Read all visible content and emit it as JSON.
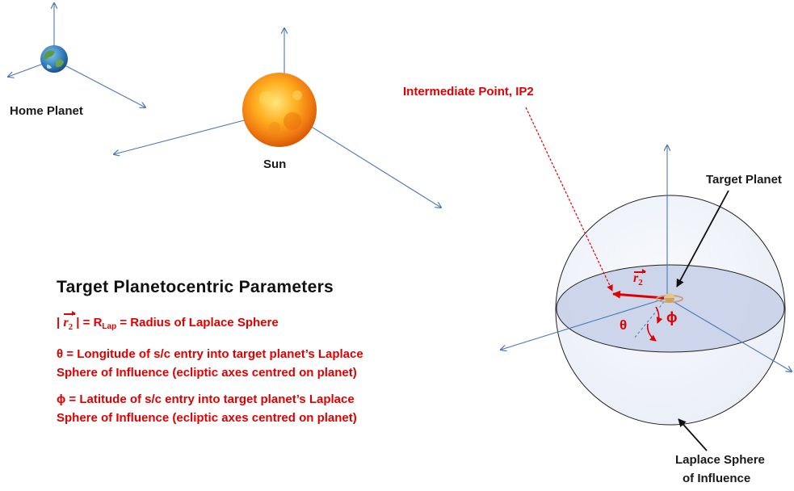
{
  "labels": {
    "home_planet": "Home Planet",
    "sun": "Sun",
    "intermediate_point": "Intermediate Point, IP2",
    "target_planet": "Target Planet",
    "laplace_sphere_line1": "Laplace Sphere",
    "laplace_sphere_line2": "of Influence",
    "r2_symbol": "r",
    "r2_subscript": "2",
    "theta_symbol": "θ",
    "phi_symbol": "ϕ"
  },
  "parameters": {
    "title": "Target Planetocentric Parameters",
    "r2_prefix": "| ",
    "r2_suffix": " | = R",
    "r_subscript": "Lap",
    "r2_rest": " = Radius of Laplace Sphere",
    "theta_line1": "θ = Longitude of s/c entry into target planet’s Laplace",
    "theta_line2": "Sphere of Influence (ecliptic axes centred on planet)",
    "phi_line1": "ϕ = Latitude of s/c entry into target planet’s Laplace",
    "phi_line2": "Sphere of Influence (ecliptic axes centred on planet)"
  },
  "colors": {
    "axis": "#4a78b8",
    "annotation": "#e00000",
    "text": "#1a1a1a",
    "sphere_fill": "#dce3f2",
    "equator_fill": "#c5cfe8"
  },
  "icons": [
    "earth-icon",
    "sun-icon",
    "saturn-icon"
  ]
}
